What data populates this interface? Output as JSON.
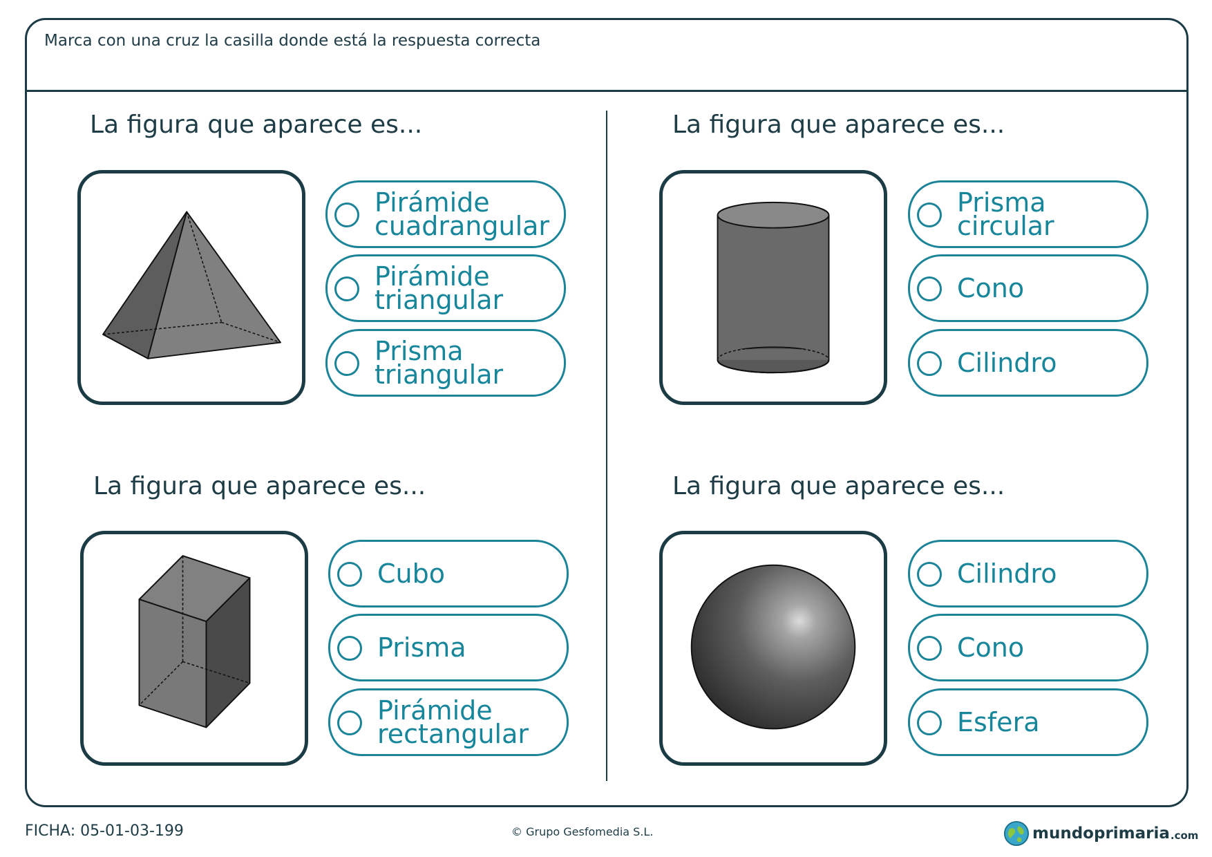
{
  "instruction": "Marca con una cruz la casilla donde está la respuesta correcta",
  "questions": [
    {
      "title": "La figura que aparece es...",
      "figure_icon": "square-pyramid-icon",
      "options": [
        "Pirámide\ncuadrangular",
        "Pirámide\ntriangular",
        "Prisma\ntriangular"
      ]
    },
    {
      "title": "La figura que aparece es...",
      "figure_icon": "cylinder-icon",
      "options": [
        "Prisma\ncircular",
        "Cono",
        "Cilindro"
      ]
    },
    {
      "title": "La figura que aparece es...",
      "figure_icon": "rectangular-prism-icon",
      "options": [
        "Cubo",
        "Prisma",
        "Pirámide\nrectangular"
      ]
    },
    {
      "title": "La figura que aparece es...",
      "figure_icon": "sphere-icon",
      "options": [
        "Cilindro",
        "Cono",
        "Esfera"
      ]
    }
  ],
  "footer": {
    "code": "FICHA: 05-01-03-199",
    "copyright": "© Grupo Gesfomedia S.L.",
    "brand_name": "mundoprimaria",
    "brand_suffix": ".com"
  },
  "colors": {
    "frame": "#1c3c45",
    "accent": "#1c8498",
    "shape_fill": "#6e6c6c"
  }
}
